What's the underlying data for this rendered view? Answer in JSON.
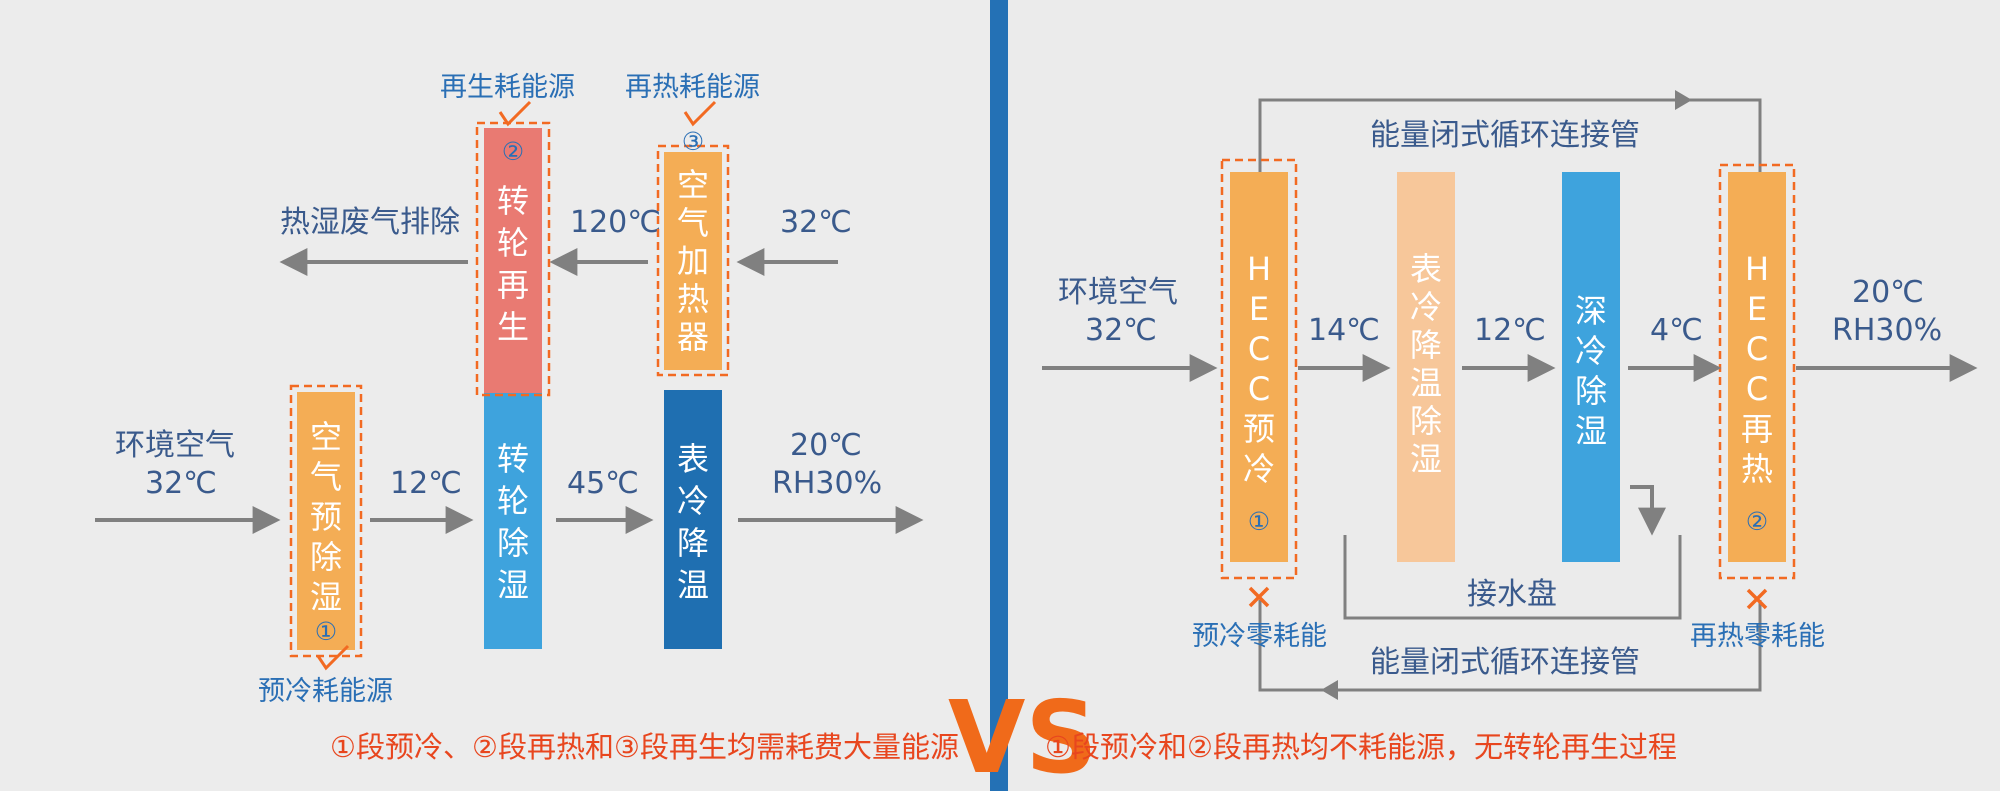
{
  "colors": {
    "panel_bg": "#ececec",
    "divider": "#2471b5",
    "orange": "#f4ad55",
    "salmon": "#e97a72",
    "light_blue": "#3ea3dd",
    "dark_blue": "#1f6fb1",
    "peach": "#f7c79a",
    "arrow": "#808080",
    "dash": "#f26a22",
    "annotation_text": "#2a6fb5",
    "label_text": "#3a5a8c",
    "bottom_text": "#e8461e",
    "vs": "#f06a1a"
  },
  "left": {
    "annotation_regen": "再生耗能源",
    "annotation_reheat": "再热耗能源",
    "annotation_precool": "预冷耗能源",
    "exhaust_label": "热湿废气排除",
    "temp_120": "120℃",
    "temp_32_top": "32℃",
    "ambient_line1": "环境空气",
    "ambient_line2": "32℃",
    "temp_12": "12℃",
    "temp_45": "45℃",
    "out_line1": "20℃",
    "out_line2": "RH30%",
    "bar_precool_chars": [
      "空",
      "气",
      "预",
      "除",
      "湿"
    ],
    "bar_regen_chars": [
      "转",
      "轮",
      "再",
      "生"
    ],
    "bar_dehum_chars": [
      "转",
      "轮",
      "除",
      "湿"
    ],
    "bar_heater_chars": [
      "空",
      "气",
      "加",
      "热",
      "器"
    ],
    "bar_surface_chars": [
      "表",
      "冷",
      "降",
      "温"
    ],
    "circle_1": "①",
    "circle_2": "②",
    "circle_3": "③",
    "bottom_text": "①段预冷、②段再热和③段再生均需耗费大量能源"
  },
  "vs": "VS",
  "right": {
    "loop_top_label": "能量闭式循环连接管",
    "loop_bottom_label": "能量闭式循环连接管",
    "ambient_line1": "环境空气",
    "ambient_line2": "32℃",
    "temp_14": "14℃",
    "temp_12": "12℃",
    "temp_4": "4℃",
    "out_line1": "20℃",
    "out_line2": "RH30%",
    "bar_hecc_pre_chars": [
      "H",
      "E",
      "C",
      "C",
      "预",
      "冷"
    ],
    "bar_surface_chars": [
      "表",
      "冷",
      "降",
      "温",
      "除",
      "湿"
    ],
    "bar_deep_chars": [
      "深",
      "冷",
      "除",
      "湿"
    ],
    "bar_hecc_re_chars": [
      "H",
      "E",
      "C",
      "C",
      "再",
      "热"
    ],
    "circle_1": "①",
    "circle_2": "②",
    "water_tray": "接水盘",
    "zero_precool": "预冷零耗能",
    "zero_reheat": "再热零耗能",
    "bottom_text": "①段预冷和②段再热均不耗能源，无转轮再生过程"
  }
}
